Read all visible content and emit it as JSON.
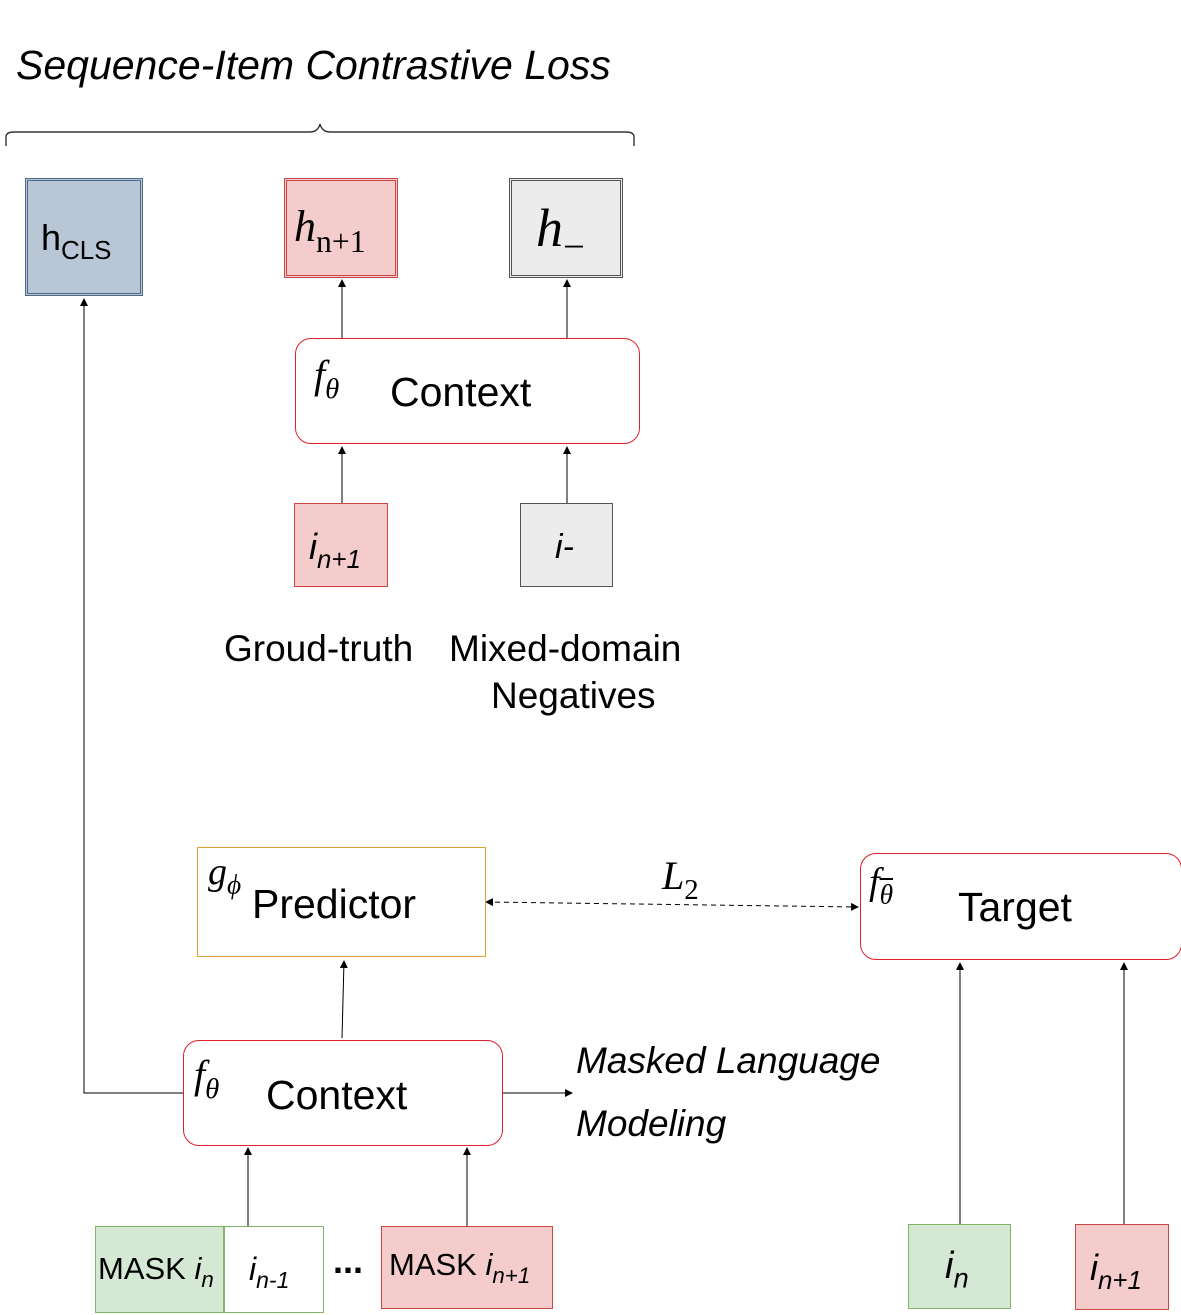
{
  "title": "Sequence-Item Contrastive Loss",
  "outputs": {
    "h_cls": {
      "base": "h",
      "sub": "CLS"
    },
    "h_pos": {
      "base": "h",
      "sub": "n+1"
    },
    "h_neg": {
      "base": "h",
      "sub": "−"
    }
  },
  "top_encoder": {
    "symbol": "f",
    "symbol_sub": "θ",
    "label": "Context"
  },
  "top_inputs": {
    "positive": {
      "base": "i",
      "sub": "n+1"
    },
    "negative": {
      "base": "i",
      "sub": "-"
    }
  },
  "captions": {
    "ground_truth": "Groud-truth",
    "negatives_line1": "Mixed-domain",
    "negatives_line2": "Negatives"
  },
  "predictor": {
    "symbol": "g",
    "symbol_sub": "ϕ",
    "label": "Predictor"
  },
  "loss_l2": {
    "base": "L",
    "sub": "2"
  },
  "target": {
    "symbol": "f",
    "symbol_sub": "θ",
    "label": "Target"
  },
  "bottom_encoder": {
    "symbol": "f",
    "symbol_sub": "θ",
    "label": "Context"
  },
  "mlm": {
    "line1": "Masked Language",
    "line2": "Modeling"
  },
  "bottom_inputs": {
    "mask_n": {
      "prefix": "MASK",
      "base": "i",
      "sub": "n"
    },
    "prev": {
      "base": "i",
      "sub": "n-1"
    },
    "ellipsis": "...",
    "mask_n1": {
      "prefix": "MASK",
      "base": "i",
      "sub": "n+1"
    }
  },
  "target_inputs": {
    "item_n": {
      "base": "i",
      "sub": "n"
    },
    "item_n1": {
      "base": "i",
      "sub": "n+1"
    }
  },
  "colors": {
    "cls_fill": "#b8c6d5",
    "cls_border": "#4d6a88",
    "pos_fill": "#f5cccc",
    "pos_border": "#cc4444",
    "neg_fill": "#ececec",
    "neg_border": "#555555",
    "green_fill": "#d5e8d4",
    "green_border": "#82b366",
    "encoder_border": "#e0202a",
    "predictor_border": "#e0a030"
  }
}
